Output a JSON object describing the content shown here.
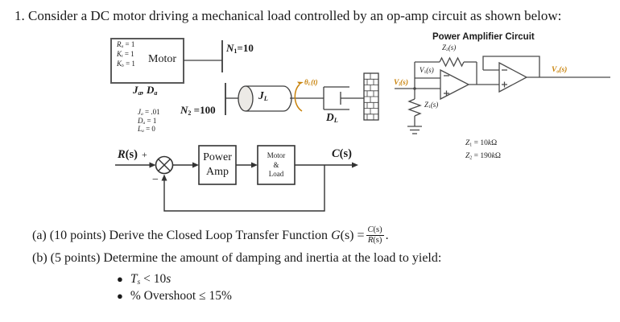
{
  "title": "1. Consider a DC motor driving a mechanical load controlled by an op-amp circuit as shown below:",
  "colors": {
    "accent_orange": "#c8820a",
    "line": "#3d3d3d"
  },
  "motor": {
    "label": "Motor",
    "params": [
      [
        {
          "t": "R",
          "i": 1
        },
        {
          "t": "a",
          "s": 1,
          "i": 1
        },
        {
          "t": " = 1"
        }
      ],
      [
        {
          "t": "K",
          "i": 1
        },
        {
          "t": "t",
          "s": 1,
          "i": 1
        },
        {
          "t": " = 1"
        }
      ],
      [
        {
          "t": "K",
          "i": 1
        },
        {
          "t": "b",
          "s": 1,
          "i": 1
        },
        {
          "t": " = 1"
        }
      ]
    ],
    "shaft_label": [
      {
        "t": "J",
        "i": 1
      },
      {
        "t": "a",
        "s": 1,
        "i": 1
      },
      {
        "t": ", ",
        "i": 1
      },
      {
        "t": "D",
        "i": 1
      },
      {
        "t": "a",
        "s": 1,
        "i": 1
      }
    ],
    "values": [
      [
        {
          "t": "J",
          "i": 1
        },
        {
          "t": "a",
          "s": 1,
          "i": 1
        },
        {
          "t": " = .01"
        }
      ],
      [
        {
          "t": "D",
          "i": 1
        },
        {
          "t": "a",
          "s": 1,
          "i": 1
        },
        {
          "t": " = 1"
        }
      ],
      [
        {
          "t": "L",
          "i": 1
        },
        {
          "t": "a",
          "s": 1,
          "i": 1
        },
        {
          "t": " = 0"
        }
      ]
    ]
  },
  "gears": {
    "n1": [
      {
        "t": "N",
        "i": 1
      },
      {
        "t": "1",
        "s": 1
      },
      {
        "t": "=10"
      }
    ],
    "n2": [
      {
        "t": "N",
        "i": 1
      },
      {
        "t": "2",
        "s": 1
      },
      {
        "t": " =100"
      }
    ]
  },
  "load": {
    "inertia": [
      {
        "t": "J",
        "i": 1
      },
      {
        "t": "L",
        "s": 1,
        "i": 1
      }
    ],
    "angle": [
      {
        "t": "θ",
        "i": 1
      },
      {
        "t": "L",
        "s": 1,
        "i": 1
      },
      {
        "t": "(t)",
        "i": 1
      }
    ],
    "damper": [
      {
        "t": "D",
        "i": 1
      },
      {
        "t": "L",
        "s": 1,
        "i": 1
      }
    ]
  },
  "amp_circuit": {
    "title": "Power Amplifier Circuit",
    "z2_label": [
      {
        "t": "Z",
        "i": 1
      },
      {
        "t": "2",
        "s": 1
      },
      {
        "t": "(s)",
        "i": 1
      }
    ],
    "v1_label": [
      {
        "t": "V",
        "i": 1
      },
      {
        "t": "1",
        "s": 1
      },
      {
        "t": "(s)",
        "i": 1
      }
    ],
    "vi_label": [
      {
        "t": "V",
        "i": 1
      },
      {
        "t": "i",
        "s": 1,
        "i": 1
      },
      {
        "t": "(s)",
        "i": 1
      }
    ],
    "z1_label": [
      {
        "t": "Z",
        "i": 1
      },
      {
        "t": "1",
        "s": 1
      },
      {
        "t": "(s)",
        "i": 1
      }
    ],
    "vo_label": [
      {
        "t": "V",
        "i": 1
      },
      {
        "t": "o",
        "s": 1,
        "i": 1
      },
      {
        "t": "(s)",
        "i": 1
      }
    ],
    "z1_value": [
      {
        "t": "Z",
        "i": 1
      },
      {
        "t": "1",
        "s": 1
      },
      {
        "t": " = 10"
      },
      {
        "t": "k",
        "i": 1
      },
      {
        "t": "Ω"
      }
    ],
    "z2_value": [
      {
        "t": "Z",
        "i": 1
      },
      {
        "t": "2",
        "s": 1
      },
      {
        "t": " = 190"
      },
      {
        "t": "k",
        "i": 1
      },
      {
        "t": "Ω"
      }
    ]
  },
  "block_diagram": {
    "input": [
      {
        "t": "R",
        "i": 1
      },
      {
        "t": "(s)"
      }
    ],
    "plus": "+",
    "minus": "−",
    "block1": [
      "Power",
      "Amp"
    ],
    "block2": [
      "Motor",
      "&",
      "Load"
    ],
    "output": [
      {
        "t": "C",
        "i": 1
      },
      {
        "t": "(s)"
      }
    ]
  },
  "tasks": {
    "a": {
      "pre": [
        {
          "t": "(a) (10 points) Derive the Closed Loop Transfer Function "
        },
        {
          "t": "G",
          "i": 1
        },
        {
          "t": "(s) = "
        }
      ],
      "frac_num": [
        {
          "t": "C",
          "i": 1
        },
        {
          "t": "(s)"
        }
      ],
      "frac_den": [
        {
          "t": "R",
          "i": 1
        },
        {
          "t": "(s)"
        }
      ],
      "post": "."
    },
    "b": {
      "text": "(b) (5 points) Determine the amount of damping and inertia at the load to yield:"
    },
    "bullets": [
      {
        "marker": "●",
        "segs": [
          {
            "t": "T",
            "i": 1
          },
          {
            "t": "s",
            "s": 1,
            "i": 1
          },
          {
            "t": " < 10"
          },
          {
            "t": "s",
            "i": 1
          }
        ]
      },
      {
        "marker": "●",
        "segs": [
          {
            "t": "% Overshoot ≤ 15%"
          }
        ]
      }
    ]
  }
}
